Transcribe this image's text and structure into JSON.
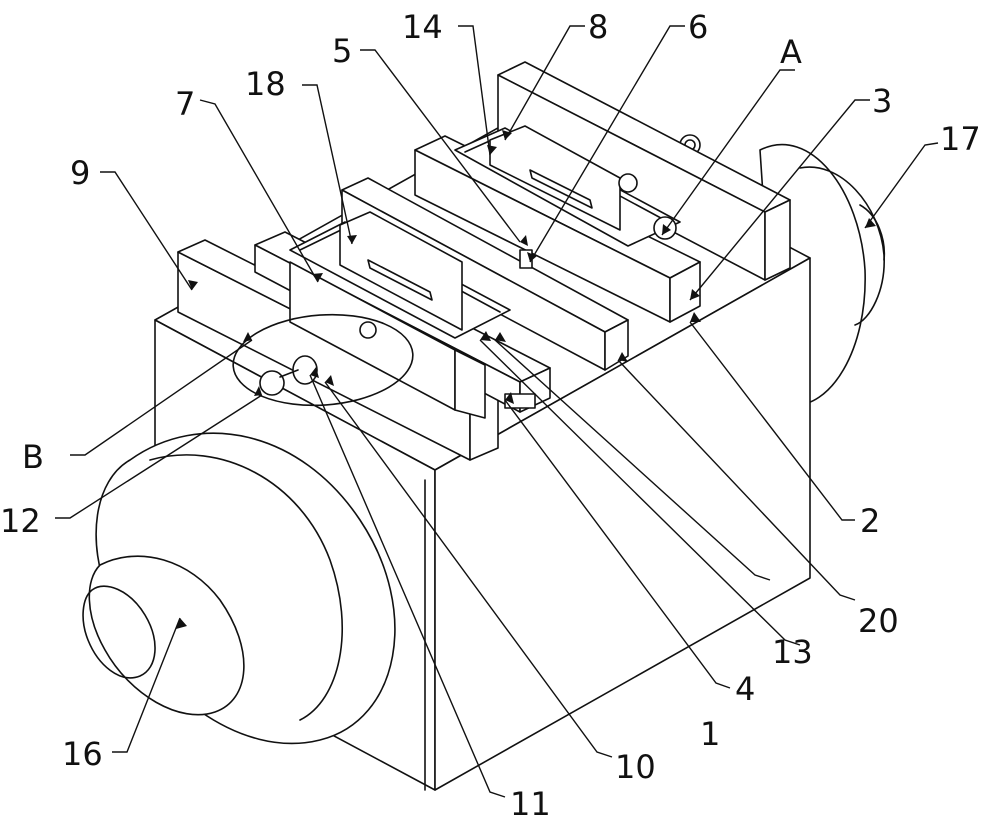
{
  "labels": {
    "l1": "1",
    "l2": "2",
    "l3": "3",
    "l4": "4",
    "l5": "5",
    "l6": "6",
    "l7": "7",
    "l8": "8",
    "l9": "9",
    "l10": "10",
    "l11": "11",
    "l12": "12",
    "l13": "13",
    "l14": "14",
    "l16": "16",
    "l17": "17",
    "l18": "18",
    "l20": "20",
    "lA": "A",
    "lB": "B"
  },
  "colors": {
    "line": "#111111",
    "background": "#ffffff"
  }
}
